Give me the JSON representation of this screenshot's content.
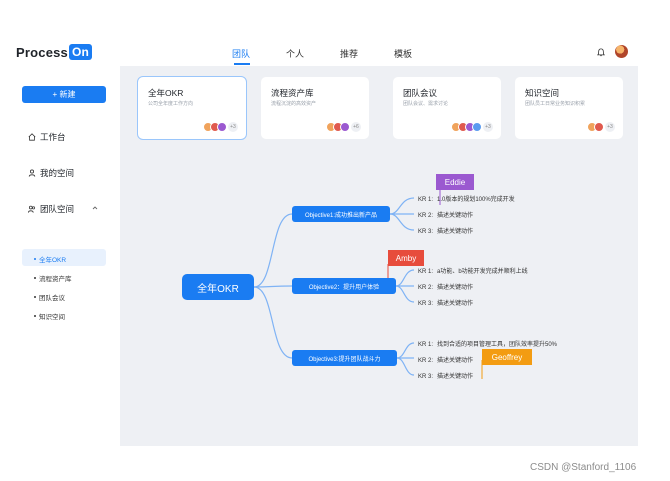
{
  "logo": {
    "text": "Process",
    "box": "On"
  },
  "nav": {
    "tabs": [
      "团队",
      "个人",
      "推荐",
      "模板"
    ],
    "active": 0
  },
  "sidebar": {
    "new_button": "+ 新建",
    "items": [
      "工作台",
      "我的空间",
      "团队空间"
    ],
    "sub_items": [
      "全年OKR",
      "流程资产库",
      "团队会议",
      "知识空间"
    ]
  },
  "cards": [
    {
      "title": "全年OKR",
      "subtitle": "公司全年度工作方向",
      "more": "+3"
    },
    {
      "title": "流程资产库",
      "subtitle": "流程沉淀的高效资产",
      "more": "+6"
    },
    {
      "title": "团队会议",
      "subtitle": "团队会议、需求讨论",
      "more": "+3"
    },
    {
      "title": "知识空间",
      "subtitle": "团队员工日常业务知识积累",
      "more": "+3"
    }
  ],
  "mindmap": {
    "root": "全年OKR",
    "objectives": [
      {
        "label": "Objective1:成功推出新产品",
        "krs": [
          {
            "k": "KR 1:",
            "t": "1.0版本的规划100%完成开发"
          },
          {
            "k": "KR 2:",
            "t": "描述关键动作"
          },
          {
            "k": "KR 3:",
            "t": "描述关键动作"
          }
        ]
      },
      {
        "label": "Objective2：提升用户体验",
        "krs": [
          {
            "k": "KR 1:",
            "t": "a功能、b功能开发完成并顺利上线"
          },
          {
            "k": "KR 2:",
            "t": "描述关键动作"
          },
          {
            "k": "KR 3:",
            "t": "描述关键动作"
          }
        ]
      },
      {
        "label": "Objective3:提升团队战斗力",
        "krs": [
          {
            "k": "KR 1:",
            "t": "找到合适的项目管理工具，团队效率提升50%"
          },
          {
            "k": "KR 2:",
            "t": "描述关键动作"
          },
          {
            "k": "KR 3:",
            "t": "描述关键动作"
          }
        ]
      }
    ],
    "tags": [
      {
        "name": "Eddie",
        "color": "#9b59d0"
      },
      {
        "name": "Amby",
        "color": "#e74c3c"
      },
      {
        "name": "Geoffrey",
        "color": "#f39c12"
      }
    ]
  },
  "watermark": "CSDN @Stanford_1106",
  "colors": {
    "accent": "#1a7cf2",
    "main_bg": "#eef0f4"
  }
}
